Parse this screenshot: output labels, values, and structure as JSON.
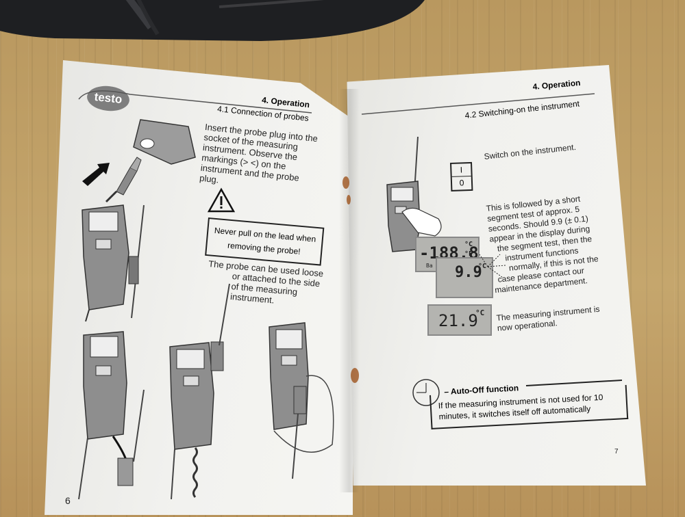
{
  "left_page": {
    "logo": "testo",
    "section": "4. Operation",
    "subsection": "4.1 Connection of probes",
    "insert_text": [
      "Insert the probe plug into the",
      "socket of the measuring",
      "instrument. Observe the",
      "markings (> <) on the",
      "instrument and the probe",
      "plug."
    ],
    "warning": [
      "Never pull on the lead when",
      "removing the probe!"
    ],
    "loose_text": [
      "The probe can be used loose",
      "or attached to the side",
      "of the measuring",
      "instrument."
    ],
    "page_number": "6"
  },
  "right_page": {
    "section": "4. Operation",
    "subsection": "4.2 Switching-on the instrument",
    "switch_symbol_top": "I",
    "switch_symbol_bottom": "0",
    "switch_text": "Switch on the instrument.",
    "segment_text": [
      "This is followed by a short",
      "segment test of approx. 5",
      "seconds. Should 9.9 (± 0.1)",
      "appear in the display during",
      "the segment test, then the",
      "instrument functions",
      "normally, if this is not the",
      "case please contact our",
      "maintenance department."
    ],
    "lcd_segment": "-188.8",
    "lcd_units_c": "°C",
    "lcd_units_f": "°F",
    "lcd_partial": "Ba",
    "lcd_test": "9.9",
    "lcd_test_unit": "°C",
    "lcd_reading": "21.9",
    "lcd_reading_unit": "°C",
    "operational_text": [
      "The measuring instrument is",
      "now operational."
    ],
    "auto_off_title": "Auto-Off function",
    "auto_off_text": [
      "If the measuring instrument is not used for 10",
      "minutes, it switches itself off automatically"
    ],
    "page_number": "7"
  }
}
